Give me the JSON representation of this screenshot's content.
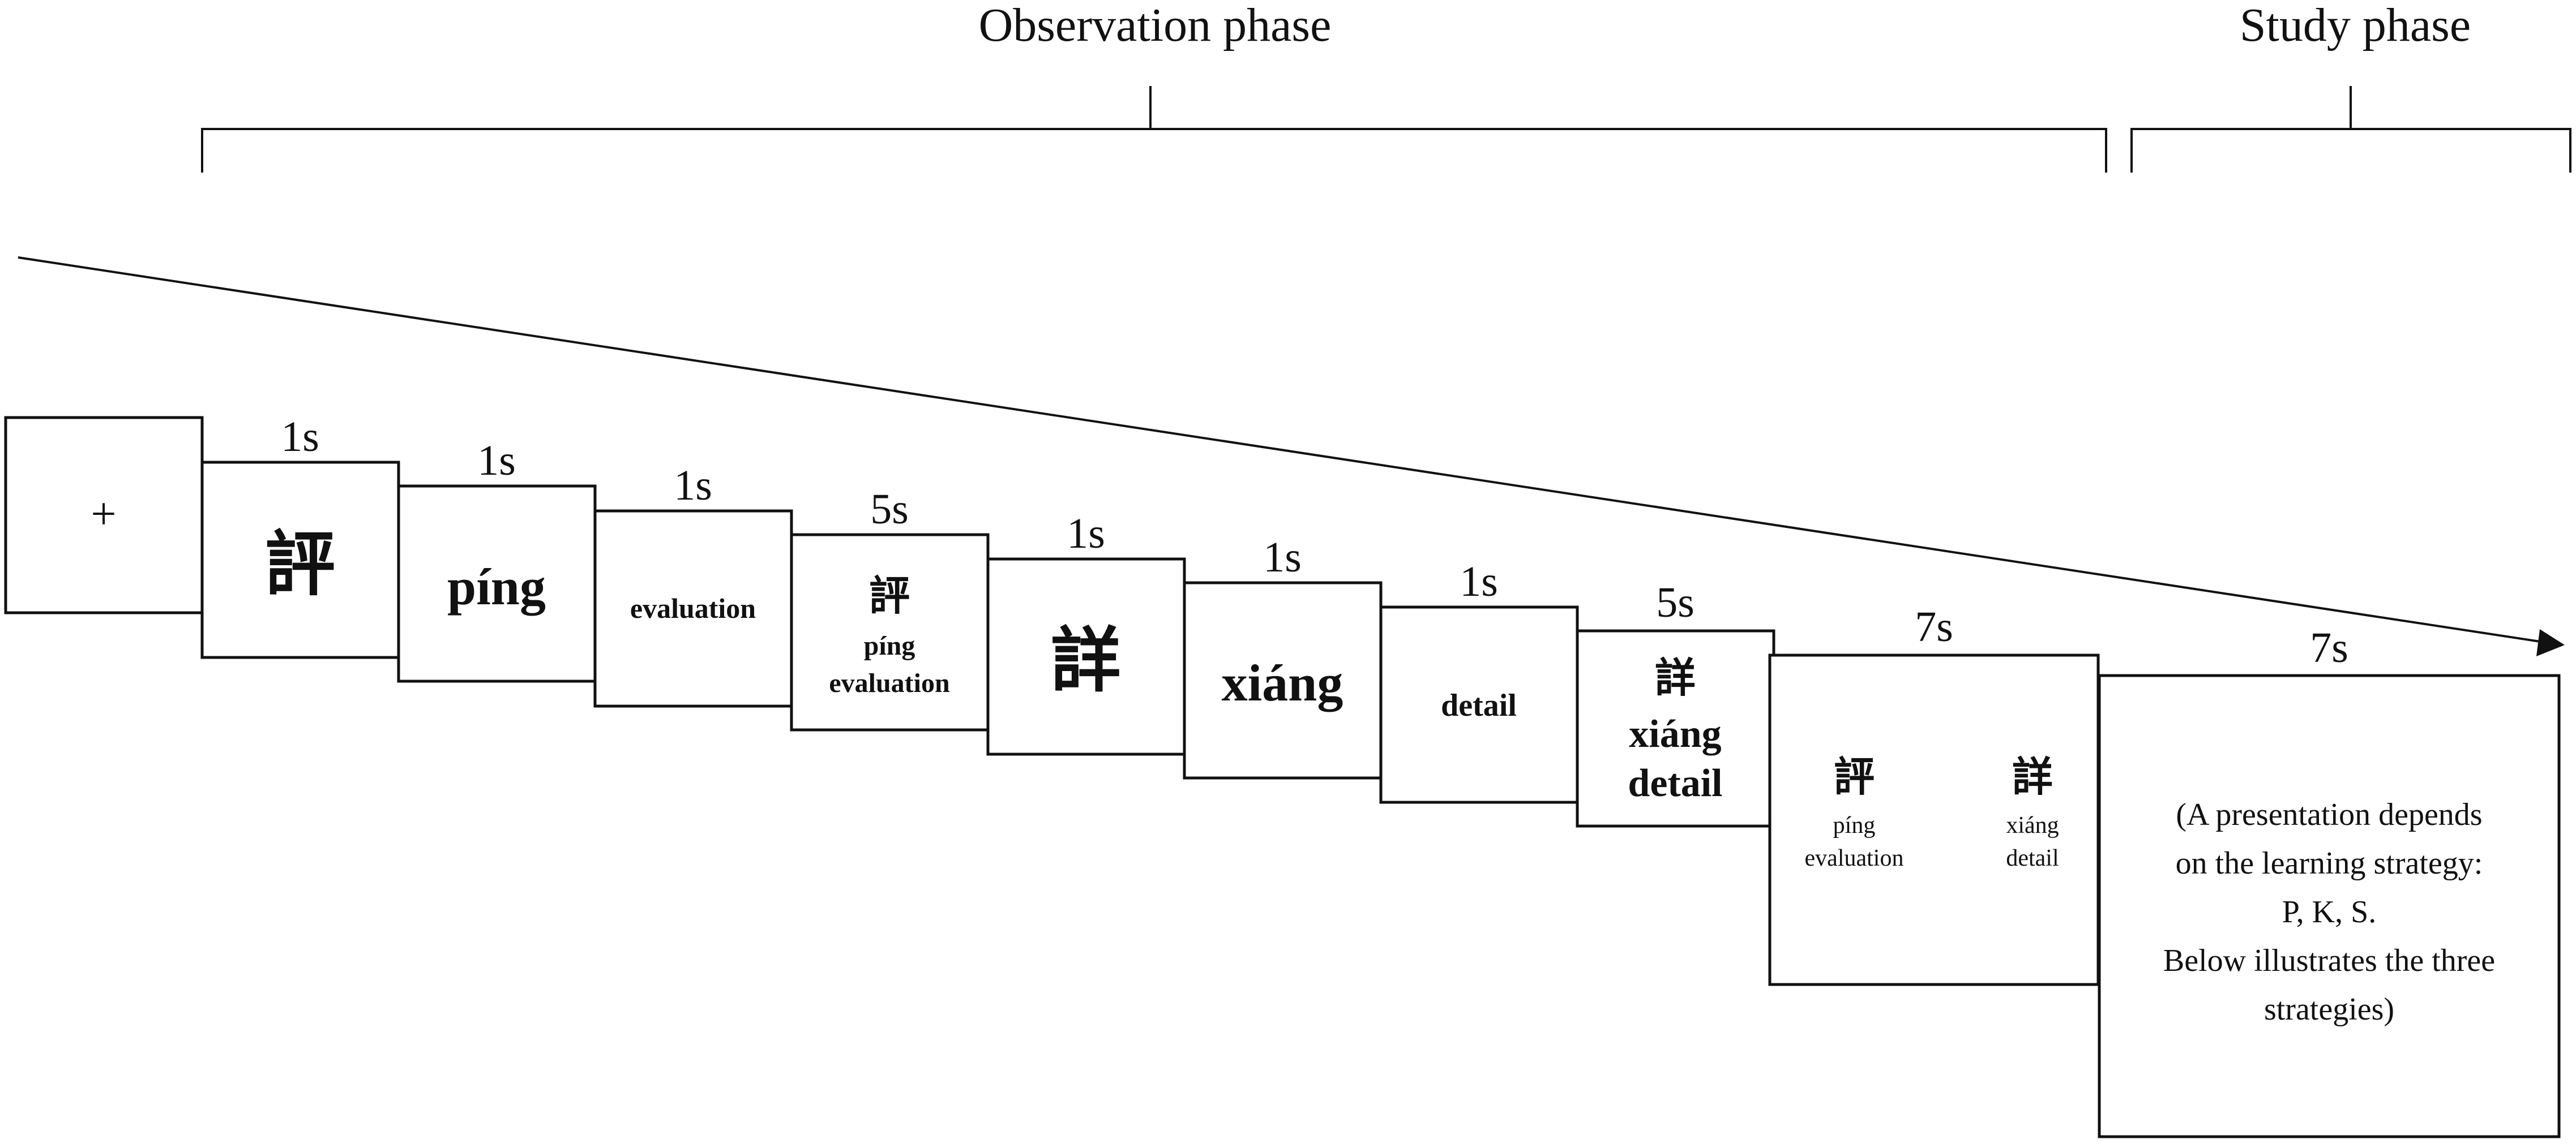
{
  "phases": {
    "observation": "Observation phase",
    "study": "Study phase"
  },
  "frames": [
    {
      "id": "fixation",
      "duration": "",
      "lines": [
        "+"
      ]
    },
    {
      "id": "char1",
      "duration": "1s",
      "lines": [
        "評"
      ]
    },
    {
      "id": "pinyin1",
      "duration": "1s",
      "lines": [
        "píng"
      ]
    },
    {
      "id": "meaning1",
      "duration": "1s",
      "lines": [
        "evaluation"
      ]
    },
    {
      "id": "combined1",
      "duration": "5s",
      "lines": [
        "評",
        "píng",
        "evaluation"
      ]
    },
    {
      "id": "char2",
      "duration": "1s",
      "lines": [
        "詳"
      ]
    },
    {
      "id": "pinyin2",
      "duration": "1s",
      "lines": [
        "xiáng"
      ]
    },
    {
      "id": "meaning2",
      "duration": "1s",
      "lines": [
        "detail"
      ]
    },
    {
      "id": "combined2",
      "duration": "5s",
      "lines": [
        "詳",
        "xiáng",
        "detail"
      ]
    },
    {
      "id": "review",
      "duration": "7s",
      "left": [
        "評",
        "píng",
        "evaluation"
      ],
      "right": [
        "詳",
        "xiáng",
        "detail"
      ]
    },
    {
      "id": "study",
      "duration": "7s",
      "lines": [
        "(A presentation depends",
        "on the learning strategy:",
        "P, K, S.",
        "Below illustrates the three",
        "strategies)"
      ]
    }
  ]
}
